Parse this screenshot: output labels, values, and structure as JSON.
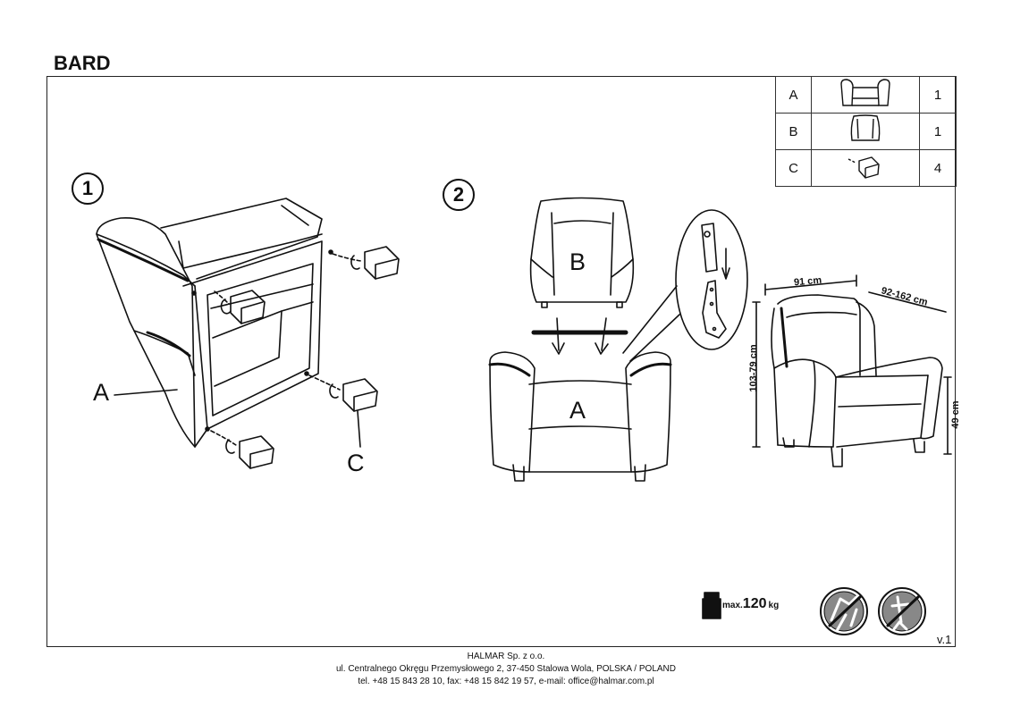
{
  "title": "BARD",
  "parts": [
    {
      "letter": "A",
      "qty": "1",
      "icon": "armchair-base-icon"
    },
    {
      "letter": "B",
      "qty": "1",
      "icon": "backrest-icon"
    },
    {
      "letter": "C",
      "qty": "4",
      "icon": "foot-icon"
    }
  ],
  "steps": {
    "one": {
      "number": "1",
      "labels": {
        "a": "A",
        "c": "C"
      }
    },
    "two": {
      "number": "2",
      "labels": {
        "b": "B",
        "a": "A"
      }
    }
  },
  "dimensions": {
    "width": "91 cm",
    "depth": "92-162 cm",
    "height": "103-79 cm",
    "seat_height": "49 cm"
  },
  "max_load": {
    "prefix": "max.",
    "value": "120",
    "unit": "kg"
  },
  "version": "v.1",
  "footer": {
    "company": "HALMAR Sp. z o.o.",
    "address": "ul. Centralnego Okręgu Przemysłowego 2, 37-450 Stalowa Wola, POLSKA / POLAND",
    "contact": "tel. +48 15 843 28 10, fax: +48 15 842 19 57, e-mail: office@halmar.com.pl"
  }
}
